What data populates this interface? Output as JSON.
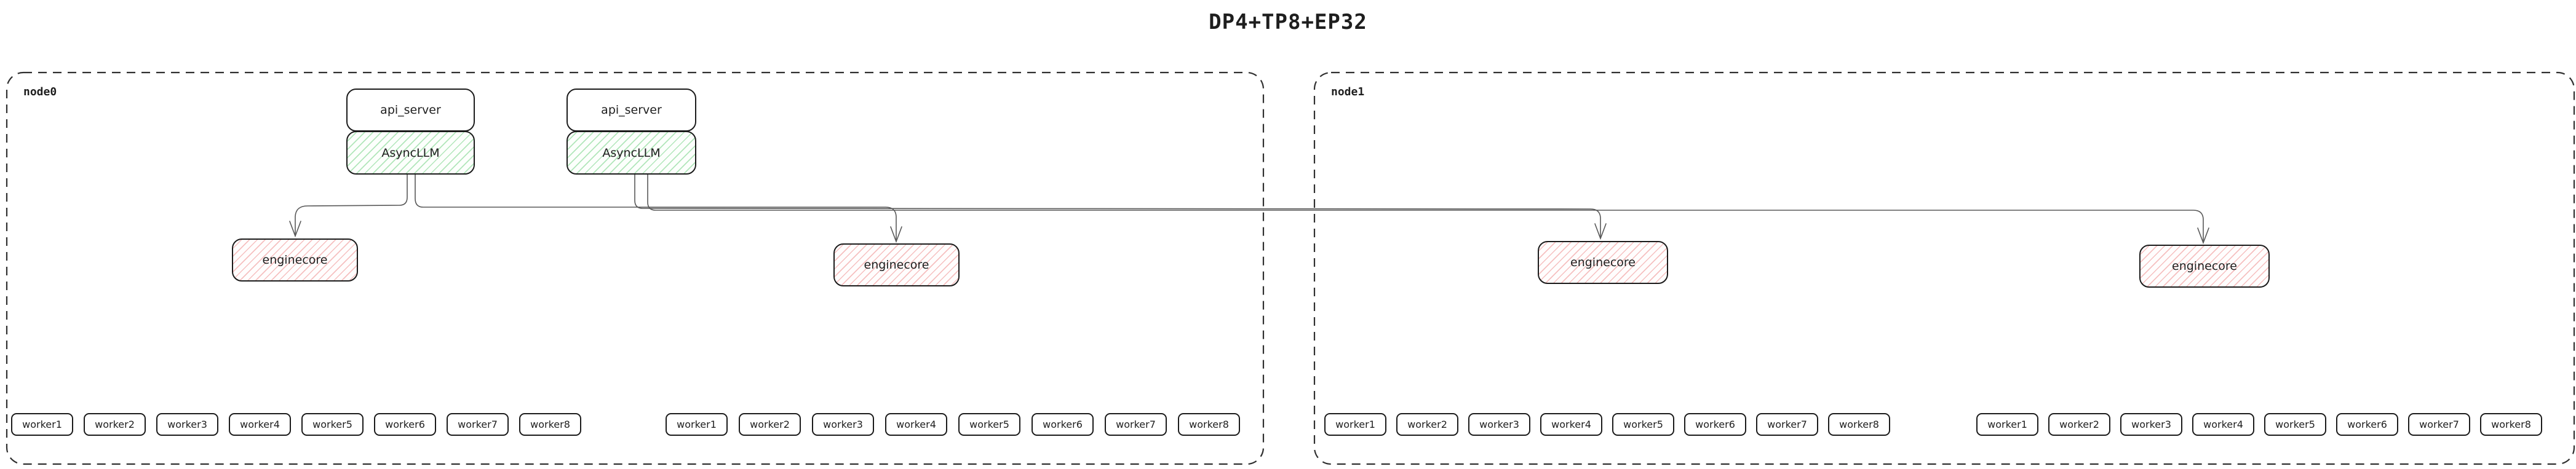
{
  "title": "DP4+TP8+EP32",
  "nodes": [
    {
      "label": "node0",
      "stacks": [
        {
          "api_server": "api_server",
          "asyncllm": "AsyncLLM"
        },
        {
          "api_server": "api_server",
          "asyncllm": "AsyncLLM"
        }
      ],
      "enginecores": [
        "enginecore",
        "enginecore"
      ],
      "worker_groups": [
        [
          "worker1",
          "worker2",
          "worker3",
          "worker4",
          "worker5",
          "worker6",
          "worker7",
          "worker8"
        ],
        [
          "worker1",
          "worker2",
          "worker3",
          "worker4",
          "worker5",
          "worker6",
          "worker7",
          "worker8"
        ]
      ]
    },
    {
      "label": "node1",
      "stacks": [],
      "enginecores": [
        "enginecore",
        "enginecore"
      ],
      "worker_groups": [
        [
          "worker1",
          "worker2",
          "worker3",
          "worker4",
          "worker5",
          "worker6",
          "worker7",
          "worker8"
        ],
        [
          "worker1",
          "worker2",
          "worker3",
          "worker4",
          "worker5",
          "worker6",
          "worker7",
          "worker8"
        ]
      ]
    }
  ],
  "colors": {
    "asyncllm_hatch_green": "#40c057",
    "enginecore_hatch_red": "#e03131",
    "box_border": "#1b1b1b",
    "node_dashed_border": "#2f2f2f",
    "connector": "#585858",
    "text": "#1e1e1e",
    "background": "#ffffff"
  }
}
